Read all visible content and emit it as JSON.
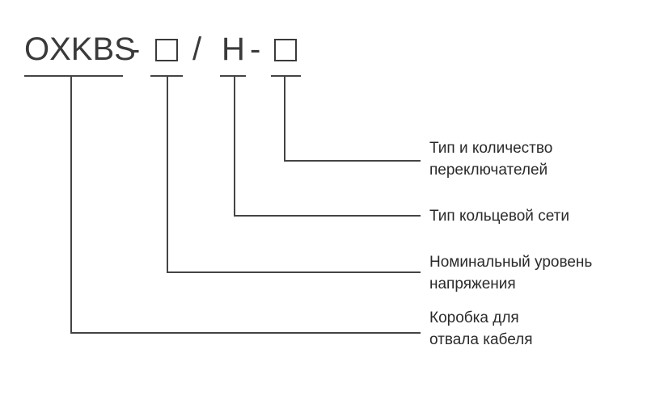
{
  "code": {
    "prefix": "OXKBS",
    "dash1": "-",
    "slash": "/",
    "series": "H",
    "dash2": "-"
  },
  "labels": {
    "switches": [
      "Тип и количество",
      "переключателей"
    ],
    "ring_network": [
      "Тип кольцевой сети"
    ],
    "voltage": [
      "Номинальный уровень",
      "напряжения"
    ],
    "cable_box": [
      "Коробка для",
      "отвала кабеля"
    ]
  },
  "colors": {
    "line": "#444444",
    "text": "#2a2a2a"
  }
}
